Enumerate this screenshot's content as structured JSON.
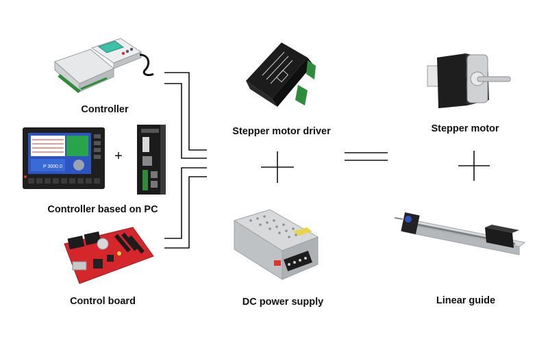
{
  "labels": {
    "controller": "Controller",
    "controller_pc": "Controller based on PC",
    "control_board": "Control board",
    "driver": "Stepper motor driver",
    "power_supply": "DC power supply",
    "motor": "Stepper motor",
    "linear_guide": "Linear guide"
  },
  "operators": {
    "pc_plus": "+"
  },
  "screen": {
    "reading": "P 3000.0"
  },
  "colors": {
    "line": "#111111",
    "board_red": "#d4262b",
    "terminal_green": "#2e8b3a",
    "driver_black": "#1c1c1c",
    "motor_black": "#1e1e1e",
    "metal": "#c8cacc",
    "screen_blue": "#2e54c2"
  }
}
